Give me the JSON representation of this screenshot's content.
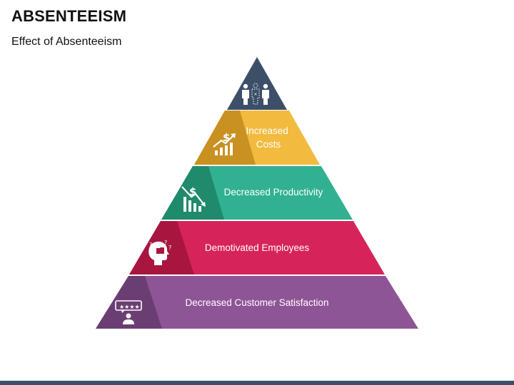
{
  "header": {
    "title": "ABSENTEEISM",
    "subtitle": "Effect of Absenteeism"
  },
  "pyramid": {
    "tiers": [
      {
        "id": "top",
        "label_lines": [],
        "icon": "absent-employee-icon",
        "color": "#3d4f68",
        "dark_color": "#3d4f68"
      },
      {
        "id": "costs",
        "label_lines": [
          "Increased",
          "Costs"
        ],
        "icon": "rising-costs-icon",
        "color": "#f2bb3f",
        "dark_color": "#c89122"
      },
      {
        "id": "productivity",
        "label_lines": [
          "Decreased Productivity"
        ],
        "icon": "declining-productivity-icon",
        "color": "#31b191",
        "dark_color": "#1f8a6c"
      },
      {
        "id": "motivation",
        "label_lines": [
          "Demotivated Employees"
        ],
        "icon": "demotivated-head-icon",
        "color": "#d6245a",
        "dark_color": "#a8163f"
      },
      {
        "id": "satisfaction",
        "label_lines": [
          "Decreased Customer Satisfaction"
        ],
        "icon": "customer-rating-icon",
        "color": "#8e5596",
        "dark_color": "#6b3e73"
      }
    ]
  }
}
